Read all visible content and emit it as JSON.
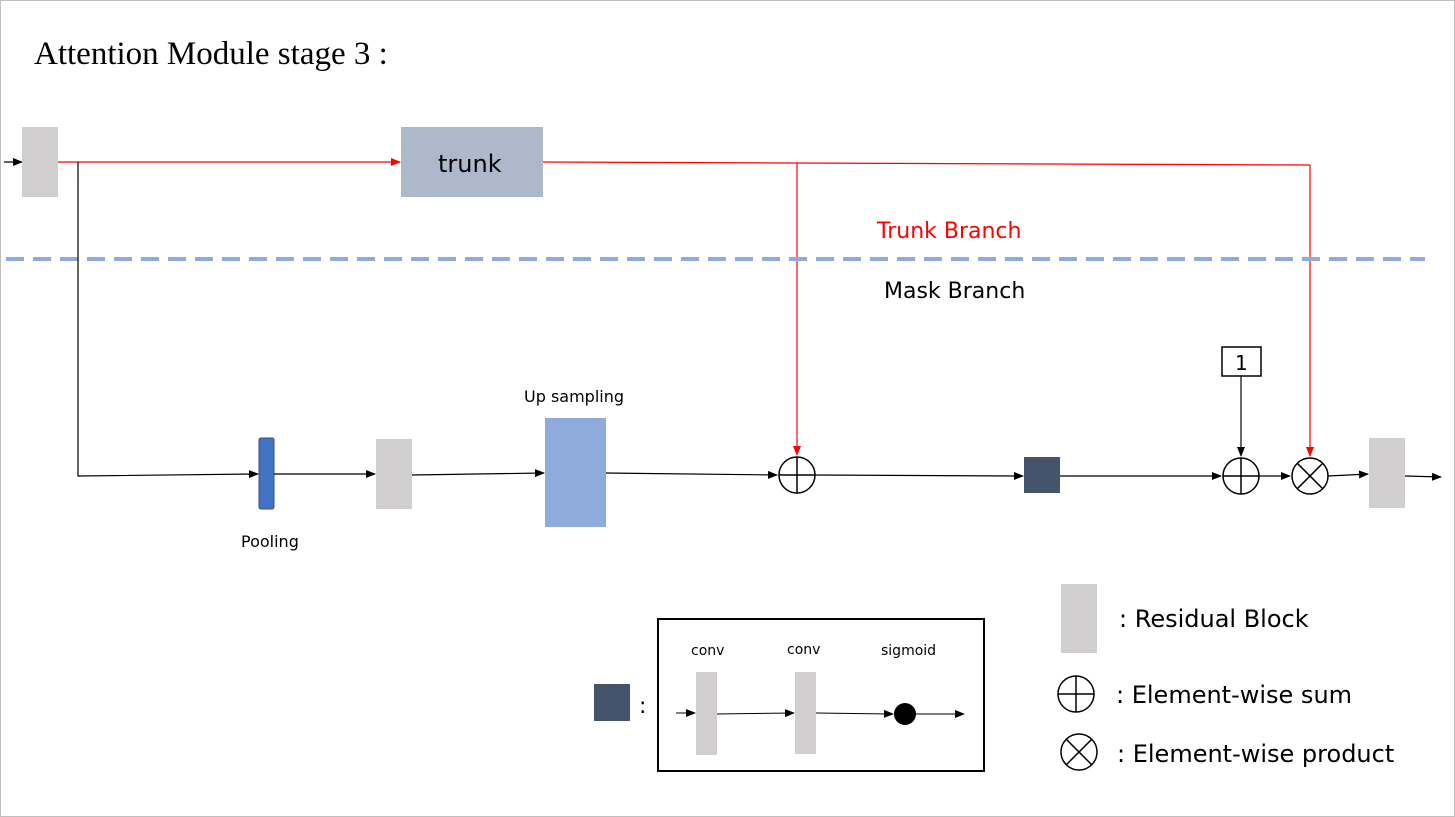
{
  "title": "Attention Module stage 3 :",
  "trunk_label": "trunk",
  "trunk_branch_label": "Trunk Branch",
  "mask_branch_label": "Mask Branch",
  "up_sampling_label": "Up sampling",
  "pooling_label": "Pooling",
  "one_label": "1",
  "colon": ":",
  "legend": {
    "residual_block": ": Residual Block",
    "element_wise_sum": ": Element-wise sum",
    "element_wise_product": ": Element-wise product"
  },
  "detail_box": {
    "conv1": "conv",
    "conv2": "conv",
    "sigmoid": "sigmoid"
  },
  "colors": {
    "residual_block": "#d0cece",
    "trunk_block": "#adb9ca",
    "pooling": "#4472c4",
    "upsampling": "#8faadc",
    "mask_block": "#44546a",
    "trunk_path": "#ff0000",
    "divider": "#8faadc"
  }
}
